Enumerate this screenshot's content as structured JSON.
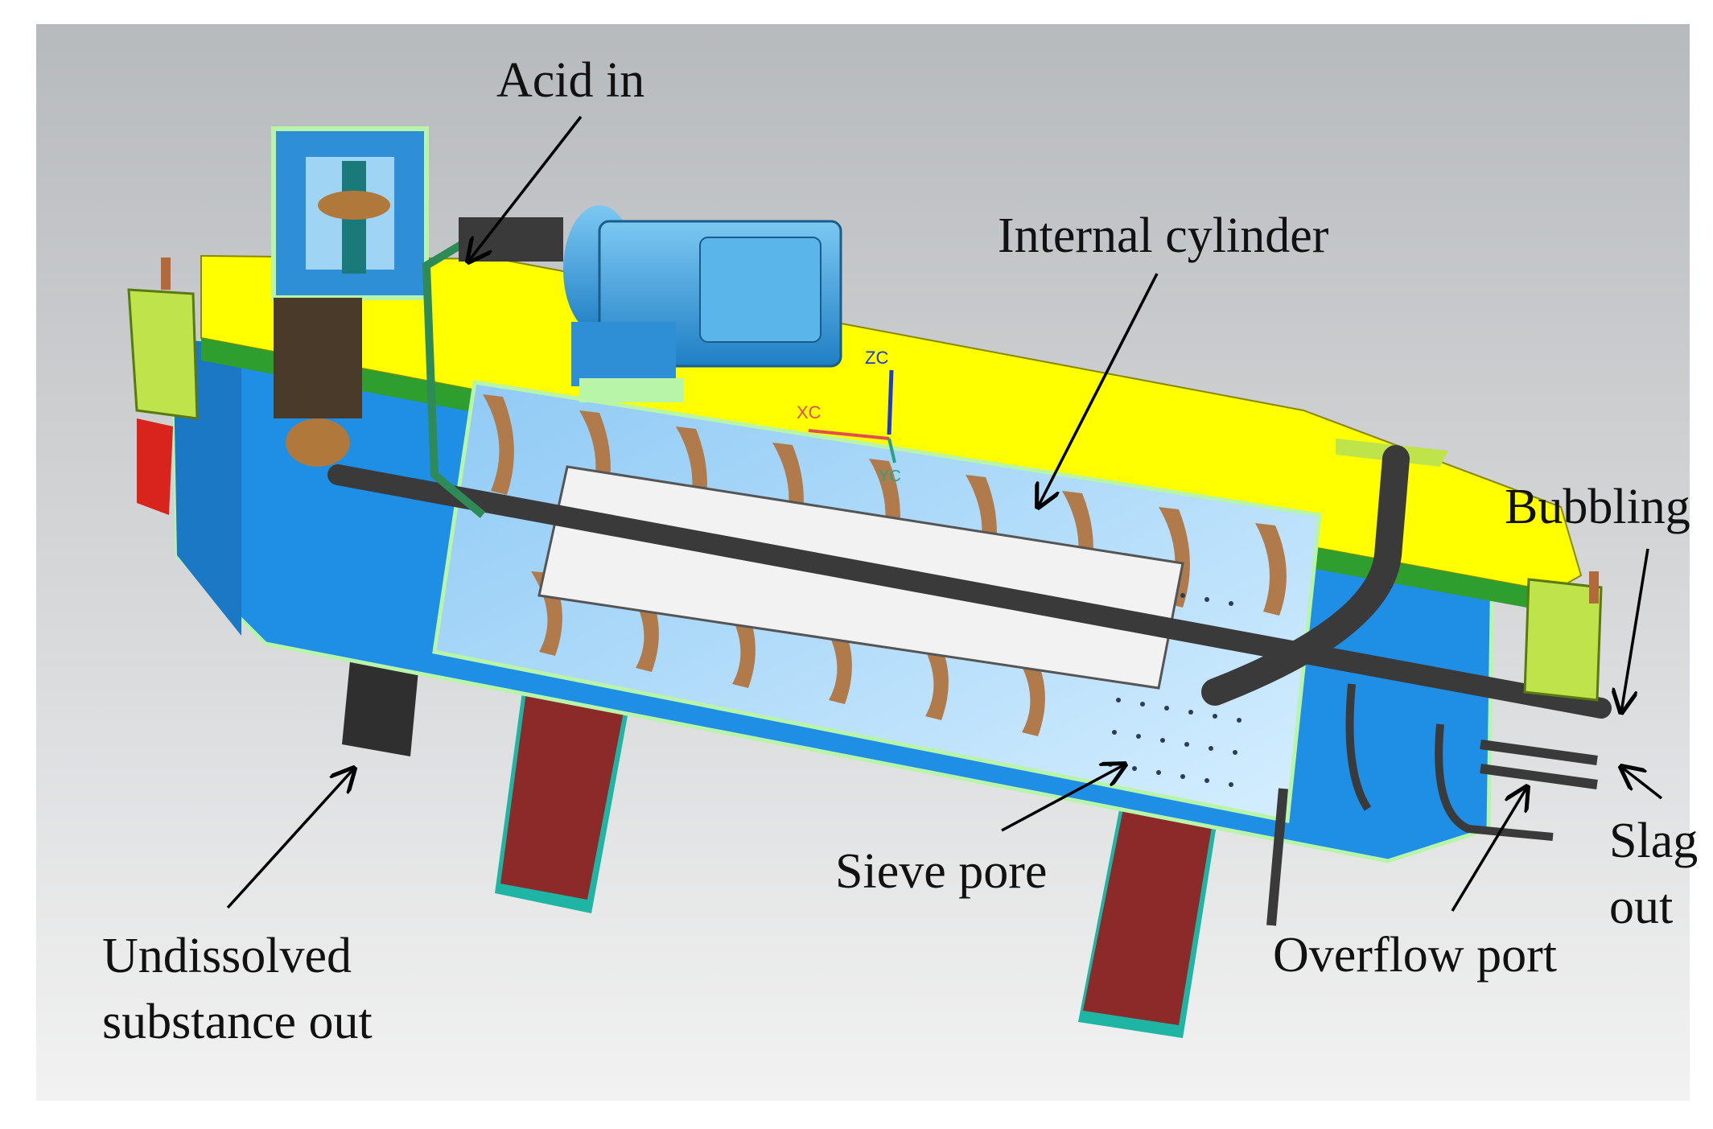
{
  "labels": {
    "acid_in": "Acid in",
    "internal_cylinder": "Internal cylinder",
    "bubbling": "Bubbling",
    "slag_out_line1": "Slag",
    "slag_out_line2": "out",
    "overflow_port": "Overflow port",
    "sieve_pore": "Sieve pore",
    "undissolved_line1": "Undissolved",
    "undissolved_line2": "substance out"
  },
  "axis_triad": {
    "zc": "ZC",
    "xc": "XC",
    "yc": "YC"
  },
  "colors": {
    "background_top": "#b9bcbf",
    "background_bottom": "#f0f0f0",
    "yellow_cover": "#ffff00",
    "vessel_blue": "#1f8fe6",
    "inner_light_blue": "#bfe3ff",
    "support_leg": "#8c2a2a",
    "motor_blue": "#3fa9e8",
    "outline_green": "#b8f5a8",
    "flight_brown": "#b07a4a",
    "shaft_dark": "#3a3a3a",
    "end_cap_lime": "#bfe34a"
  }
}
